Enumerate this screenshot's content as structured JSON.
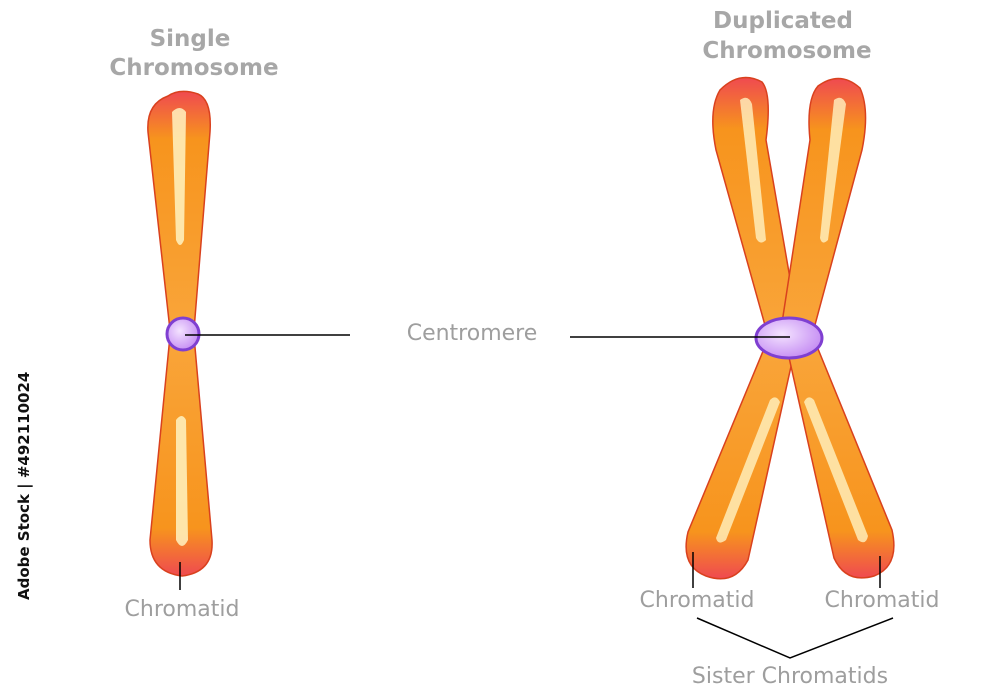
{
  "diagram": {
    "single": {
      "title_line1": "Single",
      "title_line2": "Chromosome",
      "chromatid_label": "Chromatid"
    },
    "duplicated": {
      "title_line1": "Duplicated",
      "title_line2": "Chromosome",
      "chromatid_left_label": "Chromatid",
      "chromatid_right_label": "Chromatid",
      "sister_label": "Sister Chromatids"
    },
    "centromere_label": "Centromere"
  },
  "stock_id": "Adobe Stock | #492110024",
  "colors": {
    "arm_orange": "#f7941d",
    "arm_highlight": "#fff0b3",
    "tip_red": "#ee3d4a",
    "outline": "#d9411e",
    "centromere_fill": "#c98bf0",
    "centromere_stroke": "#7f3fd1",
    "label_gray": "#9e9e9e",
    "leader_line": "#000000"
  }
}
